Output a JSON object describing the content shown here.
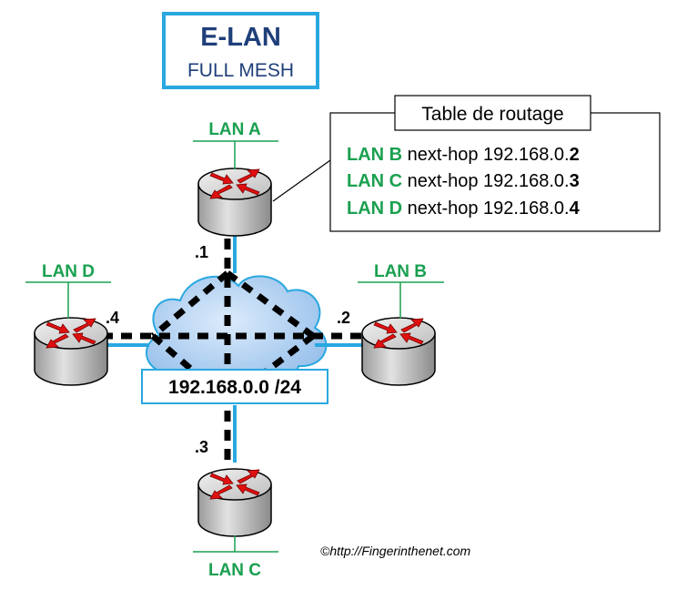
{
  "header": {
    "title": "E-LAN",
    "subtitle": "FULL MESH"
  },
  "colors": {
    "title_box_border": "#29A8E0",
    "title_text": "#1F3F7A",
    "lan_green": "#1AA050",
    "link_blue": "#29A8E0",
    "cloud_fill": "#A8CDF0",
    "router_body": "#C8C8C8",
    "router_arrows": "#E01010"
  },
  "icons": {
    "router": "router-icon",
    "cloud": "network-cloud-icon"
  },
  "routing_table": {
    "title": "Table de routage",
    "rows": [
      {
        "lan": "LAN B",
        "text": " next-hop 192.168.0.",
        "suffix": "2"
      },
      {
        "lan": "LAN C",
        "text": " next-hop 192.168.0.",
        "suffix": "3"
      },
      {
        "lan": "LAN D",
        "text": " next-hop 192.168.0.",
        "suffix": "4"
      }
    ]
  },
  "network": {
    "subnet": "192.168.0.0 /24"
  },
  "sites": {
    "a": {
      "lan": "LAN A",
      "iface": ".1"
    },
    "b": {
      "lan": "LAN B",
      "iface": ".2"
    },
    "c": {
      "lan": "LAN C",
      "iface": ".3"
    },
    "d": {
      "lan": "LAN D",
      "iface": ".4"
    }
  },
  "footer": {
    "copyright": "©http://Fingerinthenet.com"
  }
}
